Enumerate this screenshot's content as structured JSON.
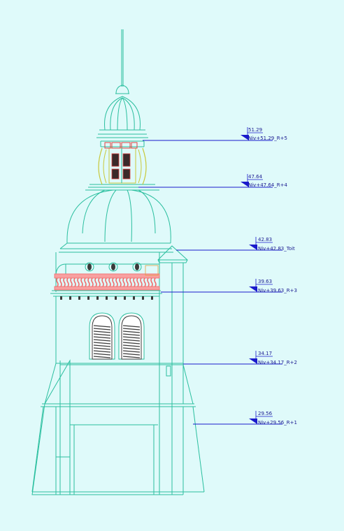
{
  "colors": {
    "background": "#dffafa",
    "outline": "#2bbf9f",
    "level_line": "#1a1acc",
    "level_text": "#1a1a90",
    "balustrade": "#f06a6a",
    "bell_frame": "#c8c83a",
    "louver": "#3a3a3a"
  },
  "levels": [
    {
      "value": "51.29",
      "label": "Niv+51.29_R+5"
    },
    {
      "value": "47.64",
      "label": "Niv+47.64_R+4"
    },
    {
      "value": "42.83",
      "label": "Niv+42.83_Toit"
    },
    {
      "value": "39.63",
      "label": "Niv+39.63_R+3"
    },
    {
      "value": "34.17",
      "label": "Niv+34.17_R+2"
    },
    {
      "value": "29.56",
      "label": "Niv+29.56_R+1"
    }
  ]
}
